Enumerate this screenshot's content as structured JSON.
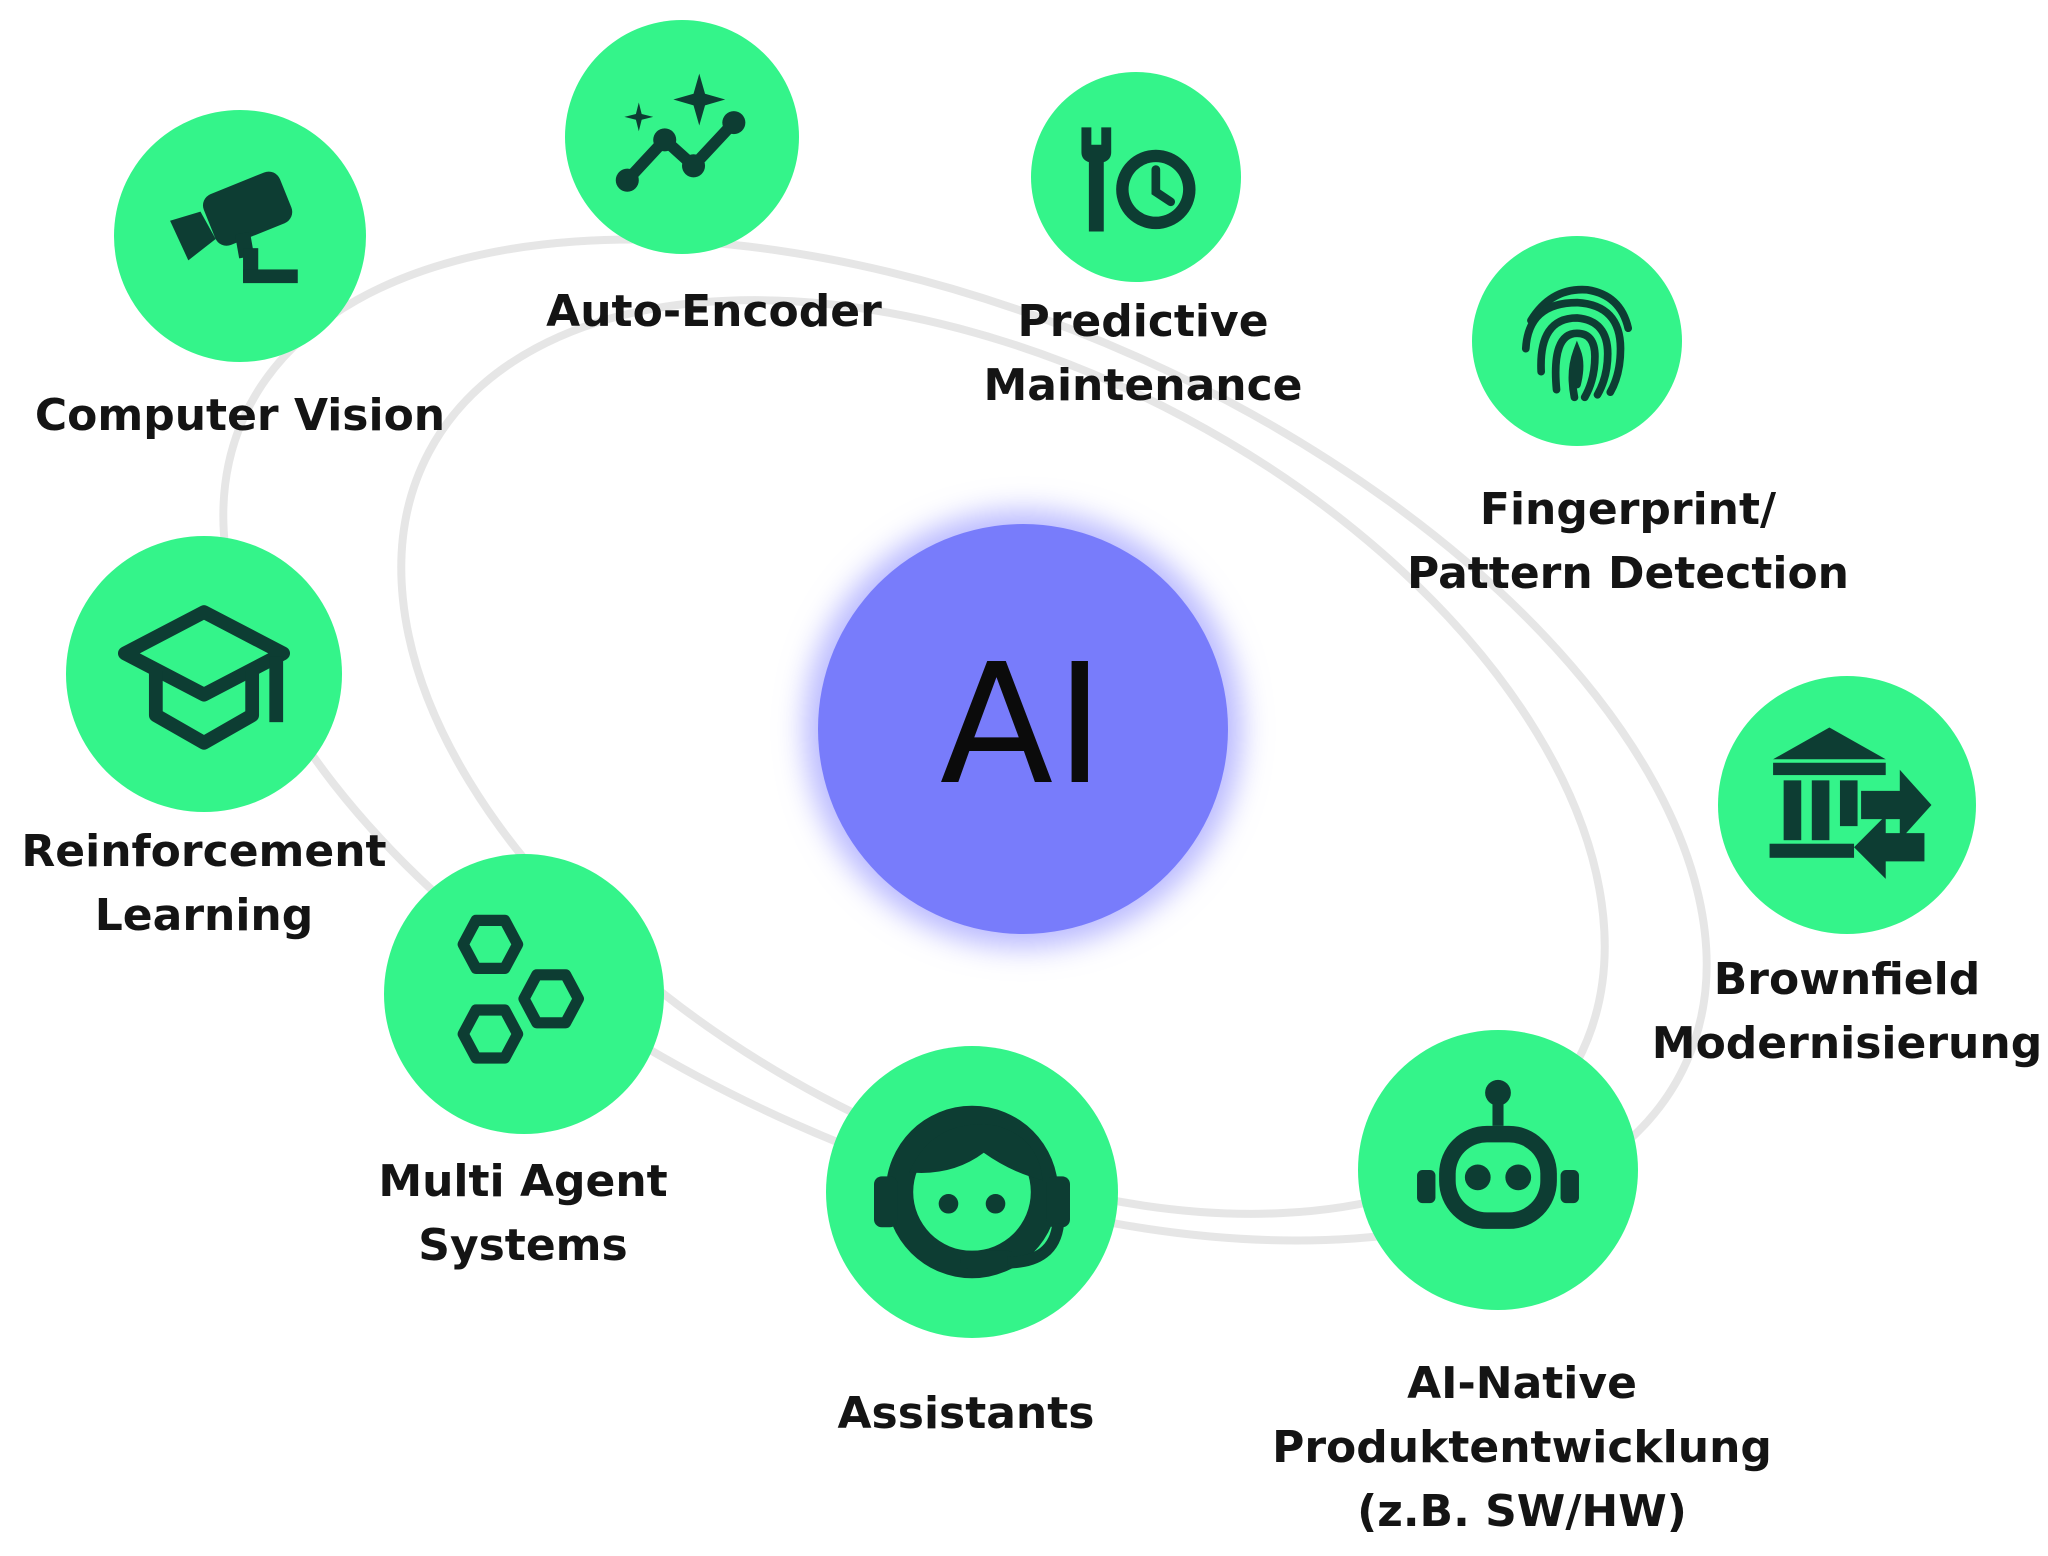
{
  "center": {
    "label": "AI"
  },
  "nodes": [
    {
      "id": "computer-vision",
      "icon": "security-camera-icon",
      "lines": [
        "Computer Vision"
      ]
    },
    {
      "id": "auto-encoder",
      "icon": "sparkle-trend-icon",
      "lines": [
        "Auto-Encoder"
      ]
    },
    {
      "id": "predictive-maintenance",
      "icon": "wrench-clock-icon",
      "lines": [
        "Predictive",
        "Maintenance"
      ]
    },
    {
      "id": "fingerprint",
      "icon": "fingerprint-icon",
      "lines": [
        "Fingerprint/",
        "Pattern Detection"
      ]
    },
    {
      "id": "brownfield",
      "icon": "bank-transfer-icon",
      "lines": [
        "Brownfield",
        "Modernisierung"
      ]
    },
    {
      "id": "ai-native",
      "icon": "robot-icon",
      "lines": [
        "AI-Native",
        "Produktentwicklung",
        "(z.B. SW/HW)"
      ]
    },
    {
      "id": "assistants",
      "icon": "headset-agent-icon",
      "lines": [
        "Assistants"
      ]
    },
    {
      "id": "multi-agent",
      "icon": "hexagons-icon",
      "lines": [
        "Multi Agent",
        "Systems"
      ]
    },
    {
      "id": "reinforcement",
      "icon": "graduation-cap-icon",
      "lines": [
        "Reinforcement",
        "Learning"
      ]
    }
  ],
  "colors": {
    "node_fill": "#34f48a",
    "icon_color": "#0d3d33",
    "hub_fill": "#787cfb",
    "orbit_stroke": "#e6e6e6",
    "label_color": "#141414"
  }
}
